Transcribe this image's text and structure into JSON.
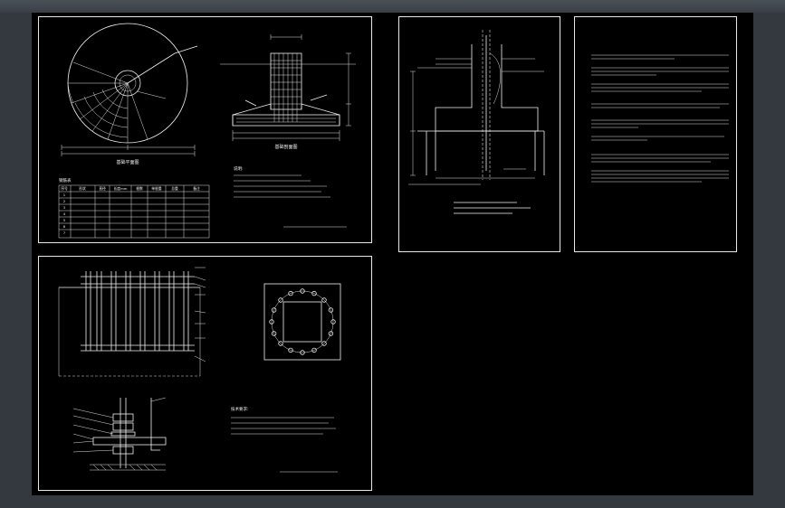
{
  "sheet1": {
    "table": {
      "label": "钢筋表",
      "headers": [
        "序号",
        "形状",
        "直径",
        "长度mm",
        "根数",
        "单根重",
        "总重",
        "备注"
      ],
      "rows": [
        [
          "1",
          "",
          "",
          "",
          "",
          "",
          "",
          ""
        ],
        [
          "2",
          "",
          "",
          "",
          "",
          "",
          "",
          ""
        ],
        [
          "3",
          "",
          "",
          "",
          "",
          "",
          "",
          ""
        ],
        [
          "4",
          "",
          "",
          "",
          "",
          "",
          "",
          ""
        ],
        [
          "5",
          "",
          "",
          "",
          "",
          "",
          "",
          ""
        ],
        [
          "6",
          "",
          "",
          "",
          "",
          "",
          "",
          ""
        ],
        [
          "7",
          "",
          "",
          "",
          "",
          "",
          "",
          ""
        ]
      ]
    },
    "plan_caption": "基础平面图",
    "section_caption": "基础剖面图",
    "notes_heading": "说明:",
    "notes": [
      "",
      "",
      "",
      "",
      ""
    ],
    "title_block": ""
  },
  "sheet2": {
    "labels": [
      "",
      "",
      ""
    ],
    "notes": [
      "",
      "",
      ""
    ],
    "title": "",
    "subtitle": ""
  },
  "sheet3": {
    "notes": [
      "",
      "",
      "",
      "",
      "",
      "",
      "",
      "",
      "",
      ""
    ],
    "title": "",
    "subtitle": ""
  },
  "sheet4": {
    "elevation_caption": "",
    "plan_caption": "",
    "detail_caption": "",
    "notes_heading": "技术要求:",
    "notes": [
      "",
      "",
      "",
      "",
      ""
    ],
    "title": "",
    "callouts": [
      "",
      "",
      "",
      "",
      "",
      "",
      "",
      ""
    ]
  }
}
